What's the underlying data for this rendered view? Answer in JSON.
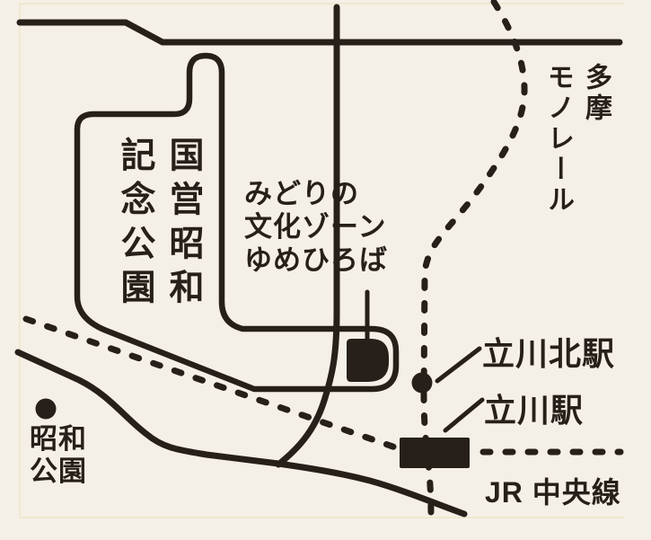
{
  "colors": {
    "background": "#f5f0e7",
    "ink": "#271f19",
    "card_edge": "#efe8d0"
  },
  "labels": {
    "park_name": {
      "lines": [
        "国営昭和",
        "記念公園"
      ]
    },
    "midori_zone": {
      "lines": [
        "みどりの",
        "文化ゾーン",
        "ゆめひろば"
      ]
    },
    "tama_monorail": {
      "lines": [
        "多摩",
        "モノレール"
      ]
    },
    "tachikawa_kita_station": "立川北駅",
    "tachikawa_station": "立川駅",
    "jr_chuo_line": "JR 中央線",
    "showa_park": {
      "lines": [
        "昭和",
        "公園"
      ]
    }
  },
  "features": {
    "park_boundary": "国営昭和記念公園 boundary outline",
    "yumehiroba_building": "ゆめひろば plaza (filled square)",
    "tachikawa_kita_dot": "立川北駅 station dot",
    "showa_park_dot": "昭和公園 dot",
    "tachikawa_station_rect": "立川駅 station building (filled rectangle)",
    "monorail_line_style": "dashed",
    "jr_line_style": "dashed"
  }
}
